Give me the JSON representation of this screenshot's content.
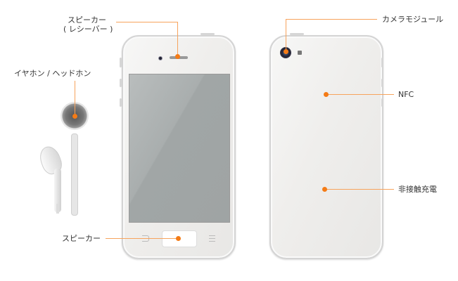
{
  "labels": {
    "speaker_receiver_line1": "スピーカー",
    "speaker_receiver_line2": "( レシーバー )",
    "earphone": "イヤホン / ヘッドホン",
    "speaker_bottom": "スピーカー",
    "camera_module": "カメラモジュール",
    "nfc": "NFC",
    "wireless_charging": "非接触充電"
  },
  "colors": {
    "accent": "#f47b16",
    "leader_line": "#f7a35c",
    "screen": "#a3a8a8"
  }
}
